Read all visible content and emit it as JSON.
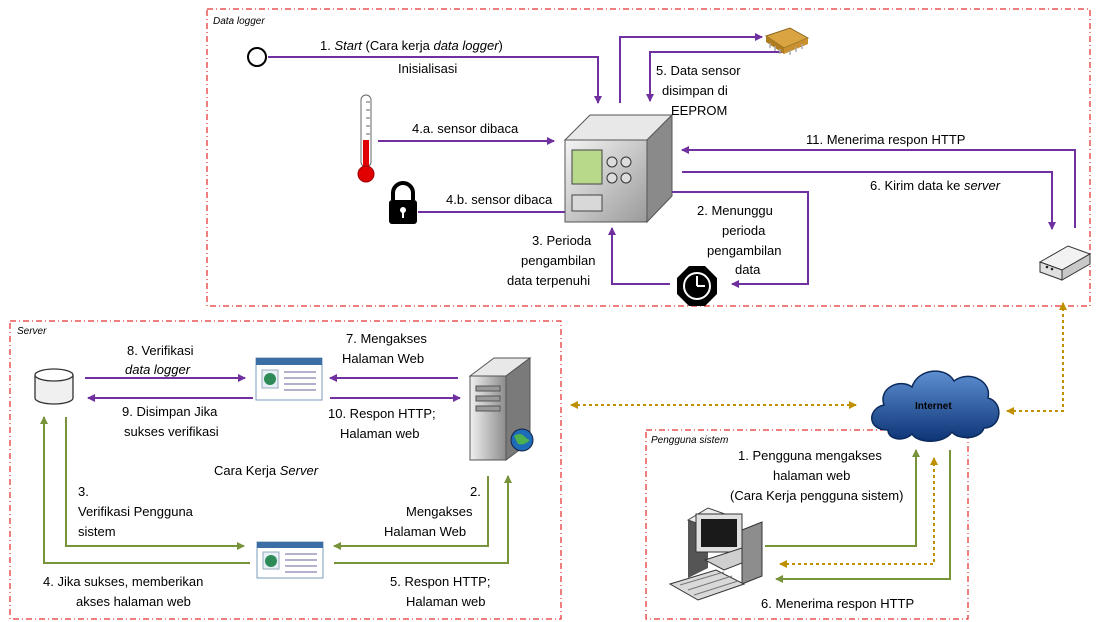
{
  "zones": {
    "data_logger": "Data logger",
    "server": "Server",
    "pengguna": "Pengguna sistem"
  },
  "cloud_label": "Internet",
  "caption_server": "Cara Kerja Server",
  "labels": {
    "l1a": "1. ",
    "l1b": "Start",
    "l1c": " (Cara kerja ",
    "l1d": "data logger",
    "l1e": ")",
    "l1f": "Inisialisasi",
    "l5a": "5. Data sensor",
    "l5b": "disimpan di",
    "l5c": "EEPROM",
    "l4a": "4.a. sensor dibaca",
    "l4b": "4.b. sensor dibaca",
    "l11": "11. Menerima respon HTTP",
    "l6a": "6. Kirim data ke ",
    "l6b": "server",
    "l2a": "2. Menunggu",
    "l2b": "perioda",
    "l2c": "pengambilan",
    "l2d": "data",
    "l3a": "3. Perioda",
    "l3b": "pengambilan",
    "l3c": "data terpenuhi",
    "s8a": "8. Verifikasi",
    "s8b": "data logger",
    "s9a": "9. Disimpan Jika",
    "s9b": "sukses verifikasi",
    "s7a": "7. Mengakses",
    "s7b": "Halaman Web",
    "s10a": "10. Respon HTTP;",
    "s10b": "Halaman web",
    "s3a": "3.",
    "s3b": "Verifikasi Pengguna",
    "s3c": "sistem",
    "s2a": "2.",
    "s2b": "Mengakses",
    "s2c": "Halaman Web",
    "s4a": "4. Jika sukses, memberikan",
    "s4b": "akses halaman web",
    "s5a": "5. Respon HTTP;",
    "s5b": "Halaman web",
    "u1a": "1. Pengguna mengakses",
    "u1b": "halaman web",
    "u1c": "(Cara Kerja pengguna sistem)",
    "u6": "6. Menerima respon HTTP"
  },
  "colors": {
    "purple": "#7030a0",
    "green": "#77933c",
    "gold": "#bf9000",
    "zone_border": "#e00000",
    "zone_label": "#4f6228"
  }
}
